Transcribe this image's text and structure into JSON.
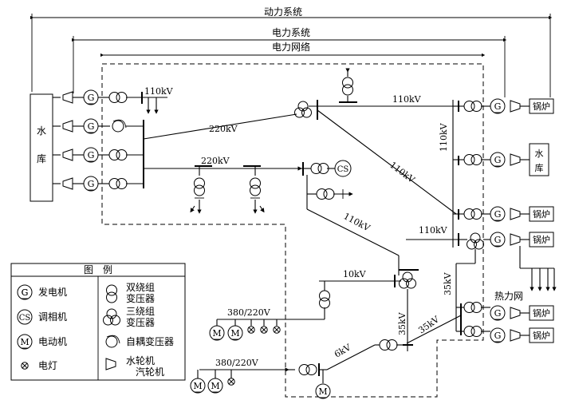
{
  "titles": {
    "power_system": "动力系统",
    "electric_system": "电力系统",
    "electric_network": "电力网络"
  },
  "reservoir": {
    "chars": [
      "水",
      "库"
    ]
  },
  "right_units": {
    "boiler": "锅炉",
    "reservoir": [
      "水",
      "库"
    ]
  },
  "voltage_labels": {
    "v110_a": "110kV",
    "v110_b": "110kV",
    "v220_a": "220kV",
    "v220_b": "220kV",
    "v110_c": "110kV",
    "v110_d": "110kV",
    "v110_e": "110kV",
    "v110_f": "110kV",
    "v10": "10kV",
    "v35_a": "35kV",
    "v35_b": "35kV",
    "v35_c": "35kV",
    "v6": "6kV",
    "v380_a": "380/220V",
    "v380_b": "380/220V"
  },
  "heat_network": "热力网",
  "symbol_letters": {
    "generator": "G",
    "motor": "M",
    "condenser": "CS"
  },
  "legend": {
    "title": "图　例",
    "items": [
      {
        "symbol": "generator",
        "label": "发电机"
      },
      {
        "symbol": "two-winding",
        "label": [
          "双绕组",
          "变压器"
        ]
      },
      {
        "symbol": "condenser",
        "label": "调相机"
      },
      {
        "symbol": "three-winding",
        "label": [
          "三绕组",
          "变压器"
        ]
      },
      {
        "symbol": "motor",
        "label": "电动机"
      },
      {
        "symbol": "autotransformer",
        "label": "自耦变压器"
      },
      {
        "symbol": "lamp",
        "label": "电灯"
      },
      {
        "symbol": "turbine",
        "label": [
          "水轮机",
          "汽轮机"
        ]
      }
    ]
  }
}
